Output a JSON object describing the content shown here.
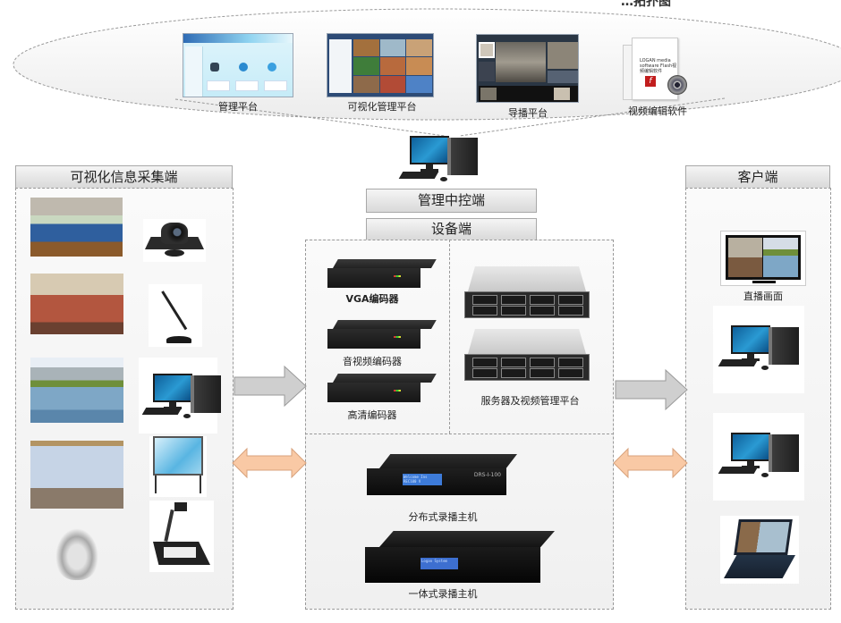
{
  "diagram": {
    "cropped_title_fragment": "…拓扑图",
    "software_layer": {
      "items": [
        {
          "label": "管理平台",
          "icon": "management-platform-screenshot"
        },
        {
          "label": "可视化管理平台",
          "icon": "visual-management-platform-screenshot"
        },
        {
          "label": "导播平台",
          "icon": "director-platform-screenshot"
        },
        {
          "label": "视频编辑软件",
          "icon": "video-editing-software-box",
          "box_brand": "LOGAN media software Flash视频编辑软件"
        }
      ]
    },
    "control": {
      "icon": "desktop-pc",
      "header": "管理中控端"
    },
    "devices": {
      "header": "设备端",
      "encoders": [
        {
          "label": "VGA编码器",
          "icon": "encoder-box"
        },
        {
          "label": "音视频编码器",
          "icon": "encoder-box"
        },
        {
          "label": "高清编码器",
          "icon": "encoder-box"
        }
      ],
      "server": {
        "label": "服务器及视频管理平台",
        "icon": "rack-server",
        "count": 2
      },
      "recorders": [
        {
          "label": "分布式录播主机",
          "icon": "recorder-host",
          "model": "DRS-I-100",
          "lcd": "Welcome Ins\nREC100 V"
        },
        {
          "label": "一体式录播主机",
          "icon": "recorder-host",
          "lcd": "Logan System"
        }
      ]
    },
    "capture": {
      "header": "可视化信息采集端",
      "items": [
        {
          "name": "classroom",
          "icon": "classroom-photo"
        },
        {
          "name": "ptz-camera",
          "icon": "ptz-camera"
        },
        {
          "name": "auditorium",
          "icon": "auditorium-photo"
        },
        {
          "name": "microphone",
          "icon": "gooseneck-microphone"
        },
        {
          "name": "landscape",
          "icon": "landscape-photo"
        },
        {
          "name": "desktop-pc",
          "icon": "desktop-pc"
        },
        {
          "name": "interactive-whiteboard-use",
          "icon": "whiteboard-photo"
        },
        {
          "name": "interactive-whiteboard",
          "icon": "whiteboard-stand"
        },
        {
          "name": "diamond",
          "icon": "diamond-photo"
        },
        {
          "name": "document-camera",
          "icon": "document-camera"
        }
      ]
    },
    "client": {
      "header": "客户端",
      "items": [
        {
          "label": "直播画面",
          "icon": "tv-live-view"
        },
        {
          "label": "",
          "icon": "desktop-pc"
        },
        {
          "label": "",
          "icon": "desktop-pc"
        },
        {
          "label": "",
          "icon": "laptop"
        }
      ]
    },
    "arrows": {
      "left_one_way_color": "#cfcfcf",
      "left_two_way_color": "#f9c9a5",
      "right_one_way_color": "#cfcfcf",
      "right_two_way_color": "#f9c9a5"
    }
  }
}
